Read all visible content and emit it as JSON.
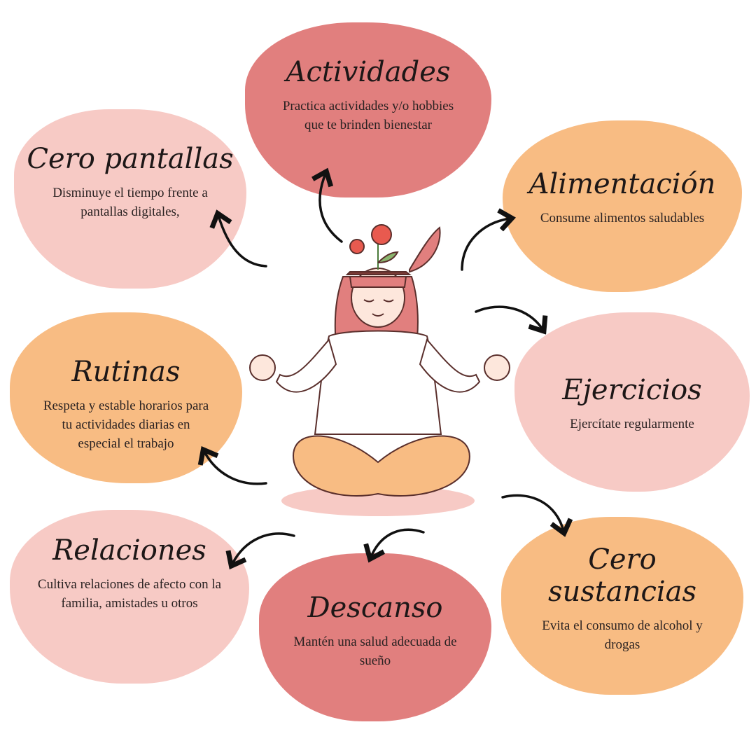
{
  "cards": {
    "actividades": {
      "title": "Actividades",
      "text": [
        "Practica actividades y/o hobbies",
        "que te brinden bienestar"
      ]
    },
    "pantallas": {
      "title": "Cero pantallas",
      "text": [
        "Disminuye el tiempo frente a",
        "pantallas digitales,"
      ]
    },
    "alimentacion": {
      "title": "Alimentación",
      "text": [
        "Consume alimentos saludables"
      ]
    },
    "rutinas": {
      "title": "Rutinas",
      "text": [
        "Respeta y estable horarios para",
        "tu actividades diarias en",
        "especial el trabajo"
      ]
    },
    "ejercicios": {
      "title": "Ejercicios",
      "text": [
        "Ejercítate regularmente"
      ]
    },
    "relaciones": {
      "title": "Relaciones",
      "text": [
        "Cultiva relaciones de afecto con la",
        "familia, amistades u otros"
      ]
    },
    "descanso": {
      "title": "Descanso",
      "text": [
        "Mantén una salud adecuada de",
        "sueño"
      ]
    },
    "sustancias": {
      "title": [
        "Cero",
        "sustancias"
      ],
      "text": [
        "Evita el consumo de alcohol y",
        "drogas"
      ]
    }
  },
  "colors": {
    "dark": "#e17f7e",
    "light": "#f7cac5",
    "orange": "#f8bc83"
  }
}
